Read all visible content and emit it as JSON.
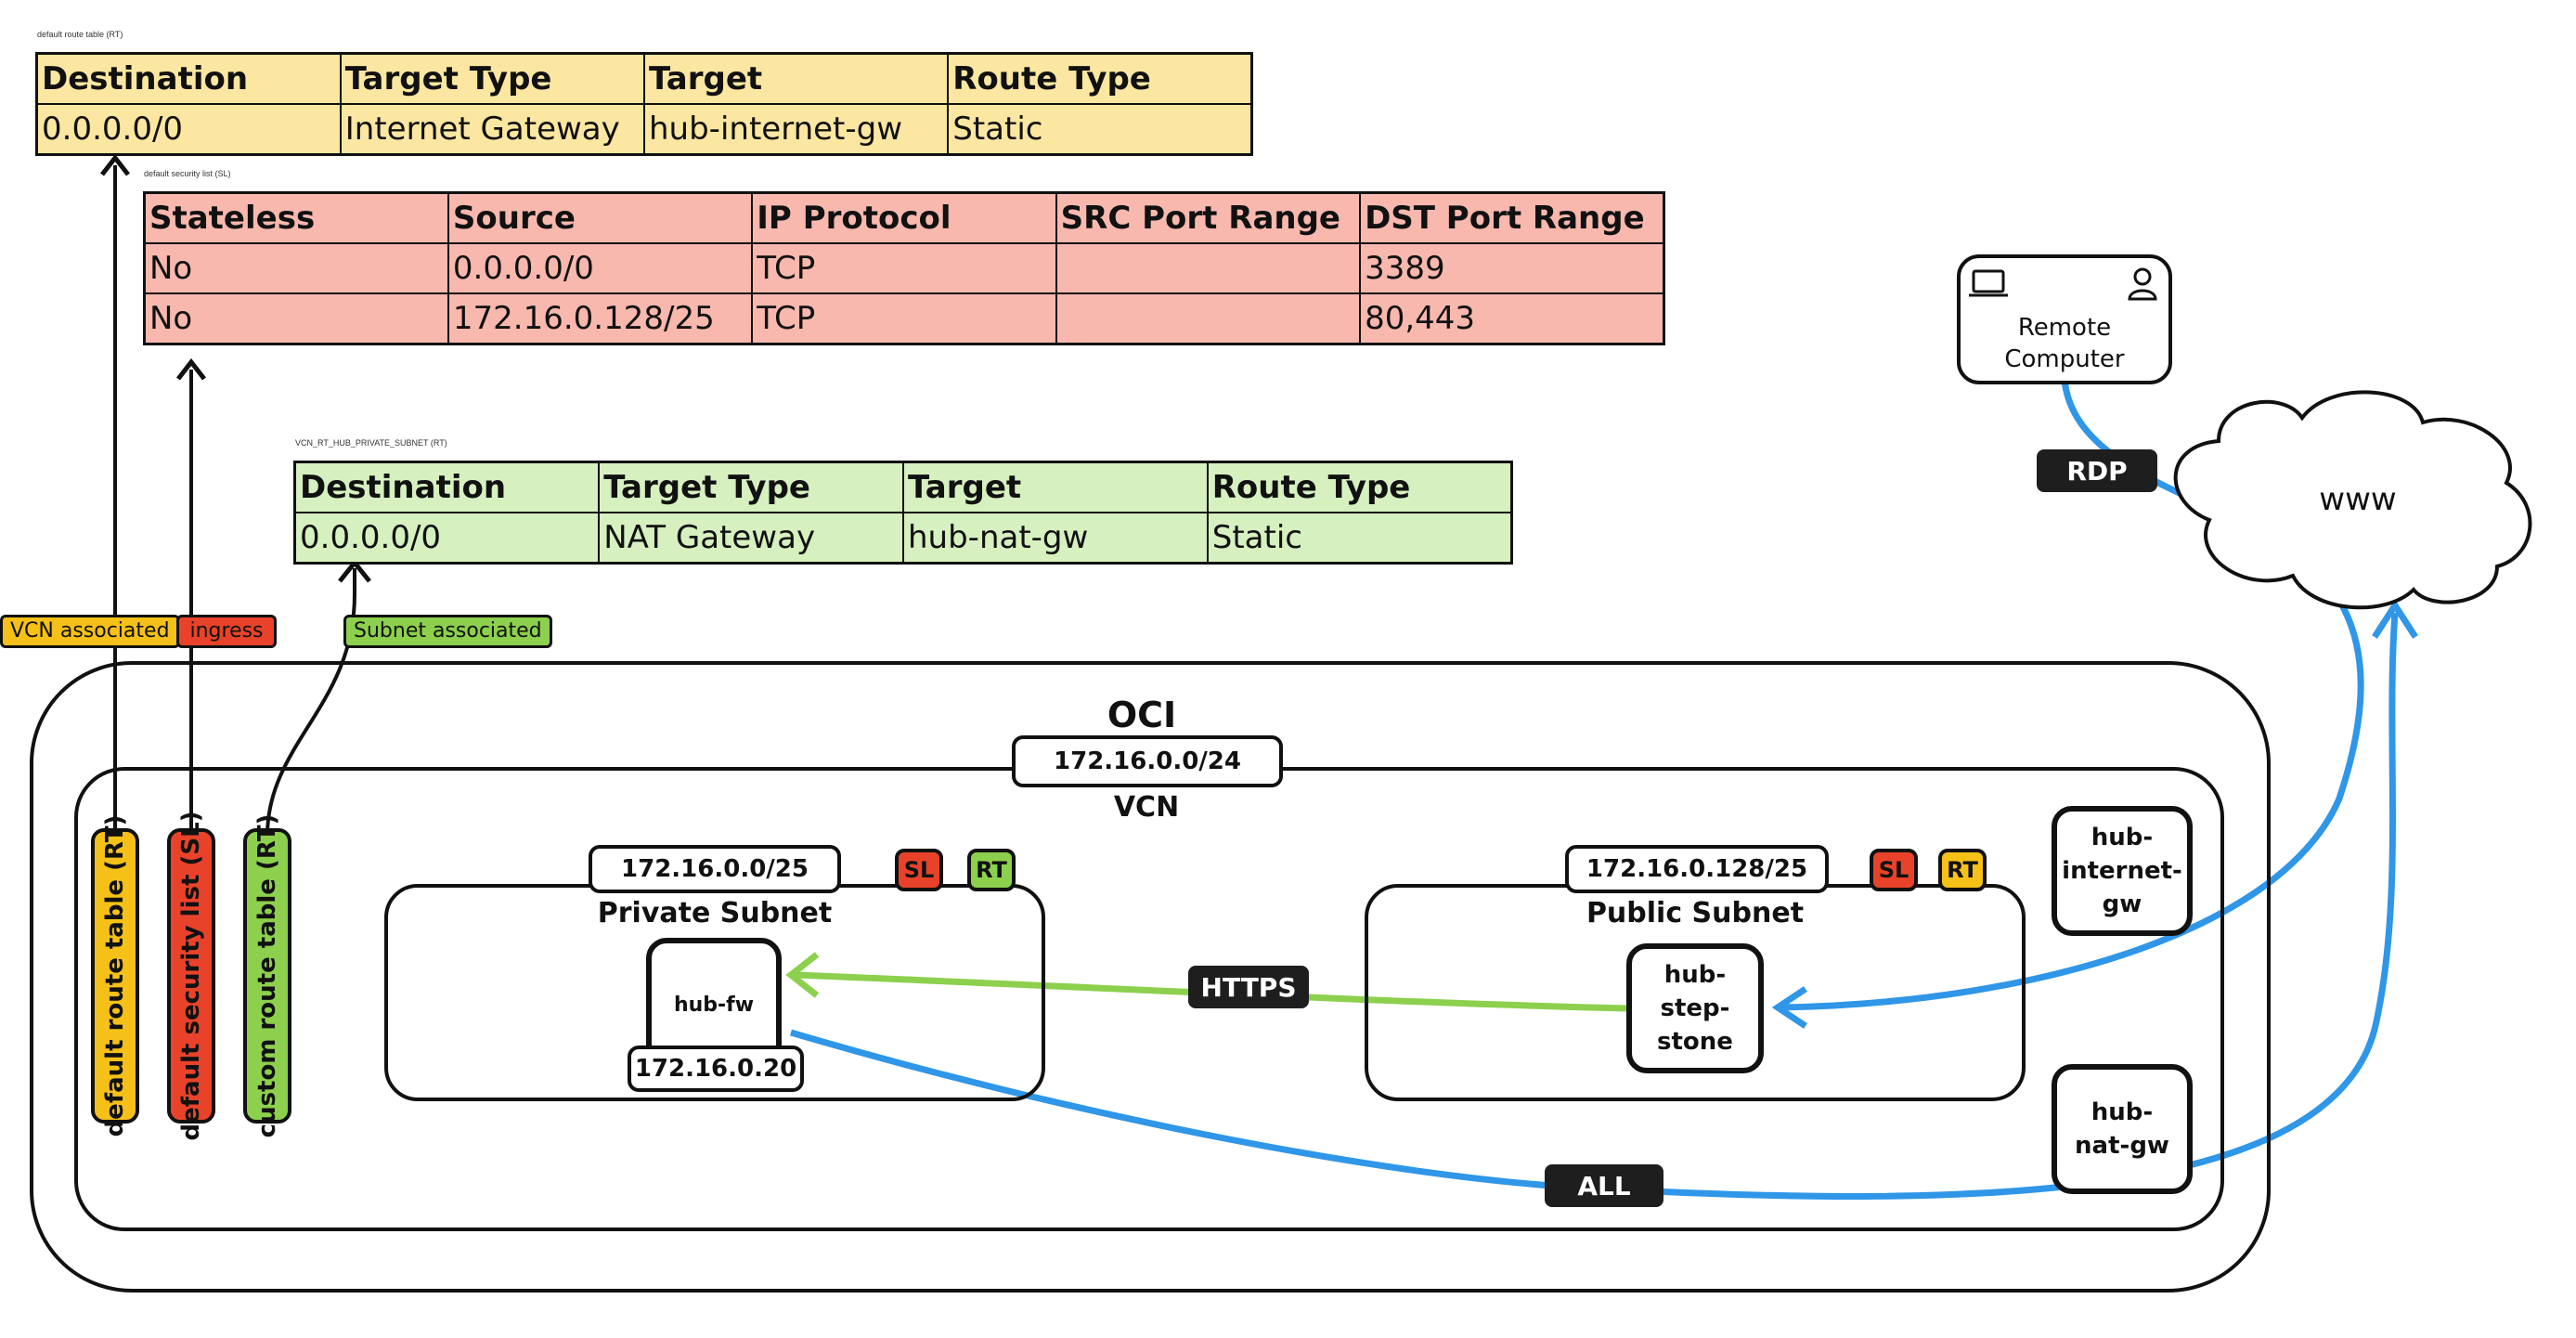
{
  "captions": {
    "default_rt": "default route table (RT)",
    "default_sl": "default security list (SL)",
    "private_rt": "VCN_RT_HUB_PRIVATE_SUBNET (RT)"
  },
  "default_route_table": {
    "headers": [
      "Destination",
      "Target Type",
      "Target",
      "Route Type"
    ],
    "rows": [
      [
        "0.0.0.0/0",
        "Internet Gateway",
        "hub-internet-gw",
        "Static"
      ]
    ]
  },
  "default_security_list": {
    "headers": [
      "Stateless",
      "Source",
      "IP Protocol",
      "SRC Port Range",
      "DST Port Range"
    ],
    "rows": [
      [
        "No",
        "0.0.0.0/0",
        "TCP",
        "",
        "3389"
      ],
      [
        "No",
        "172.16.0.128/25",
        "TCP",
        "",
        "80,443"
      ]
    ]
  },
  "private_route_table": {
    "headers": [
      "Destination",
      "Target Type",
      "Target",
      "Route Type"
    ],
    "rows": [
      [
        "0.0.0.0/0",
        "NAT Gateway",
        "hub-nat-gw",
        "Static"
      ]
    ]
  },
  "assoc_labels": {
    "vcn": "VCN associated",
    "ingress": "ingress",
    "subnet": "Subnet associated"
  },
  "oci": {
    "title": "OCI",
    "cidr": "172.16.0.0/24",
    "vcn_label": "VCN"
  },
  "vertical_labels": {
    "default_rt": "default route table (RT)",
    "default_sl": "default security list (SL)",
    "custom_rt": "custom route table (RT)"
  },
  "private_subnet": {
    "cidr": "172.16.0.0/25",
    "title": "Private Subnet",
    "sl": "SL",
    "rt": "RT"
  },
  "public_subnet": {
    "cidr": "172.16.0.128/25",
    "title": "Public Subnet",
    "sl": "SL",
    "rt": "RT"
  },
  "nodes": {
    "hub_fw": "hub-fw",
    "hub_fw_ip": "172.16.0.20",
    "hub_step_stone": "hub-step-stone",
    "hub_internet_gw": "hub-internet-gw",
    "hub_nat_gw": "hub-nat-gw"
  },
  "remote_computer": "Remote Computer",
  "www": "www",
  "flow_tags": {
    "rdp": "RDP",
    "https": "HTTPS",
    "all": "ALL"
  },
  "colors": {
    "yellow": "#fbe7a1",
    "red": "#f8b8ae",
    "green": "#d6f0c0",
    "label_yellow": "#f5c018",
    "label_red": "#e8432a",
    "label_green": "#8cd04d",
    "flow_blue": "#2f96e8",
    "flow_green": "#8cd04d"
  }
}
